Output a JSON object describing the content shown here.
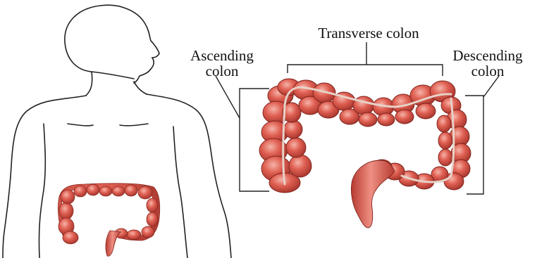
{
  "labels": {
    "transverse": "Transverse colon",
    "ascending_line1": "Ascending",
    "ascending_line2": "colon",
    "descending_line1": "Descending",
    "descending_line2": "colon"
  },
  "colors": {
    "outline": "#222222",
    "colon_fill": "#d9574c",
    "colon_highlight": "#f2a49a",
    "colon_shadow": "#9e2e26",
    "taenia_band": "#e8d8d0"
  }
}
